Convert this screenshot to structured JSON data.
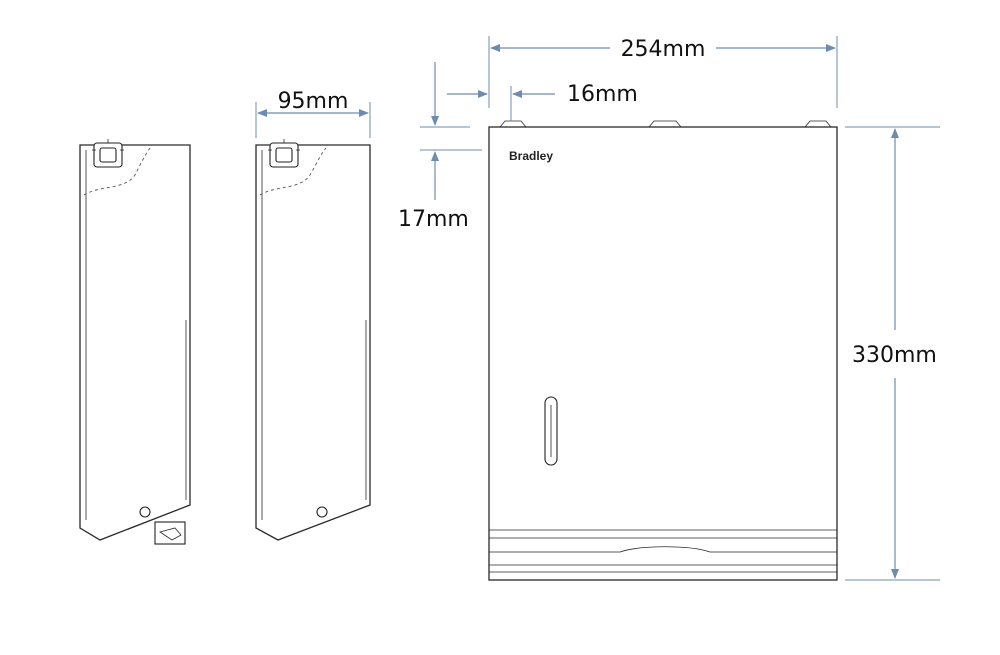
{
  "dimensions": {
    "width": "254mm",
    "depth": "95mm",
    "top_offset": "16mm",
    "side_offset": "17mm",
    "height": "330mm"
  },
  "brand": {
    "label": "Bradley"
  },
  "colors": {
    "dimension_line": "#6f8bb0",
    "outline": "#2a2a2a",
    "text": "#111111"
  },
  "icons": {
    "arrowhead": "arrowhead-icon",
    "wall-hanger": "wall-hanger-icon",
    "lock": "lock-icon",
    "viewing-slot": "viewing-slot-icon"
  }
}
